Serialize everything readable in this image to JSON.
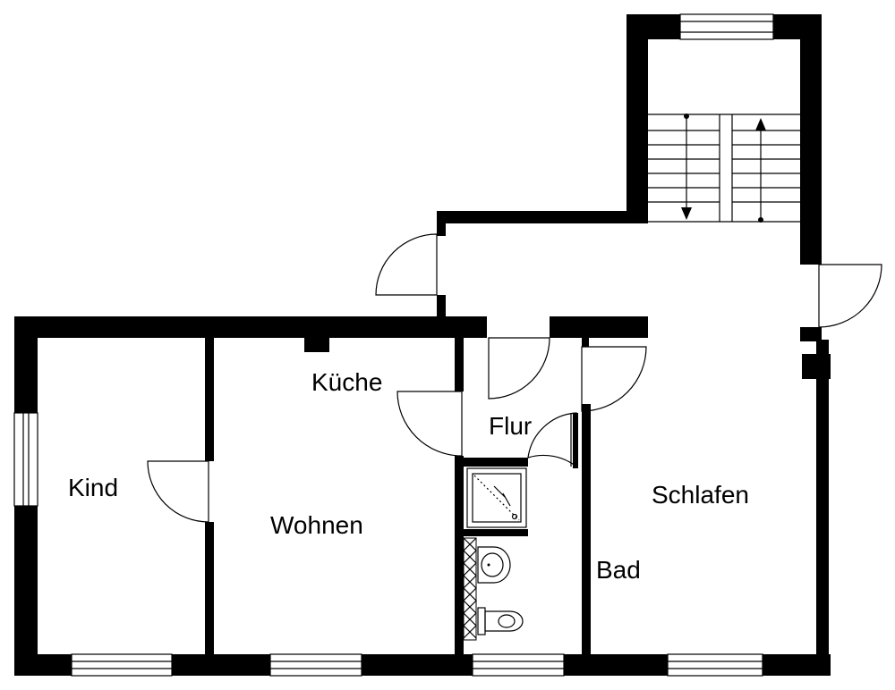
{
  "floorplan": {
    "rooms": {
      "kueche": "Küche",
      "flur": "Flur",
      "kind": "Kind",
      "wohnen": "Wohnen",
      "schlafen": "Schlafen",
      "bad": "Bad"
    },
    "colors": {
      "wall": "#000000",
      "background": "#ffffff"
    }
  }
}
